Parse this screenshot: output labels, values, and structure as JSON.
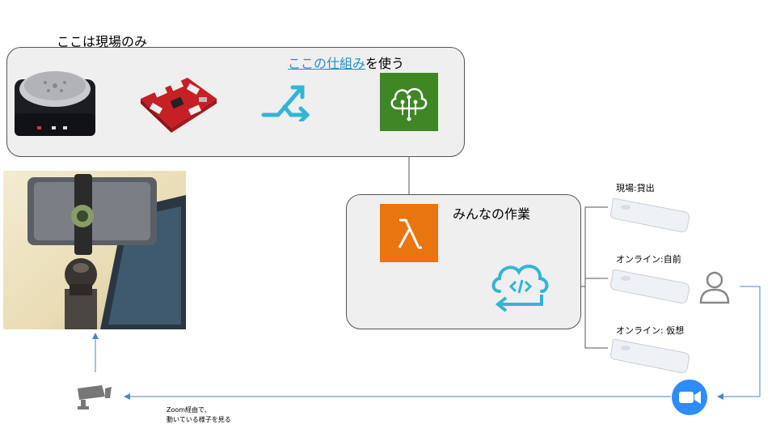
{
  "top_panel": {
    "title": "ここは現場のみ",
    "subtitle_link": "ここの仕組み",
    "subtitle_rest": "を使う"
  },
  "work_panel": {
    "title": "みんなの作業"
  },
  "devices": [
    {
      "label": "現場:貸出"
    },
    {
      "label": "オンライン:自前"
    },
    {
      "label": "オンライン: 仮想"
    }
  ],
  "zoom_note": {
    "line1": "Zoom経由で、",
    "line2": "動いている様子を見る"
  },
  "colors": {
    "panel_bg": "#efefef",
    "iot_green": "#3f8624",
    "lambda_orange": "#e8750f",
    "cloud_teal": "#33b5d6",
    "zoom_blue": "#2d8cff",
    "flow_blue": "#4a86c8",
    "arrow_gray": "#555555"
  },
  "icons": {
    "speaker": "smart-speaker-icon",
    "board": "microcontroller-board-icon",
    "publish": "split-arrow-icon",
    "iot": "aws-iot-core-icon",
    "lambda": "aws-lambda-icon",
    "cloud_code": "cloud-code-icon",
    "user": "user-icon",
    "zoom": "zoom-video-icon",
    "camera": "camera-icon",
    "button_device": "iot-button-icon"
  }
}
